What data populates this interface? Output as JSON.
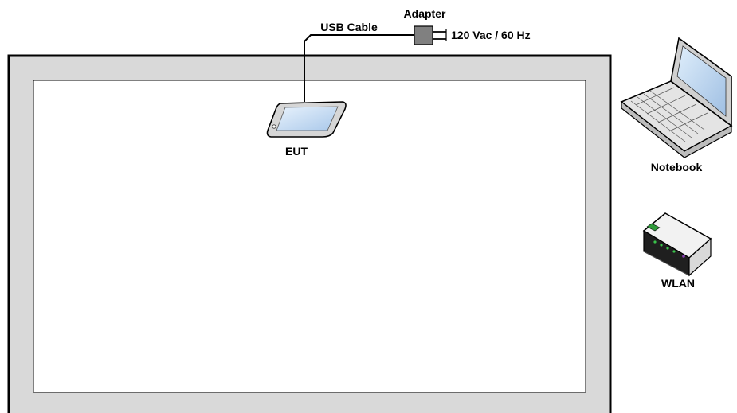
{
  "labels": {
    "adapter": "Adapter",
    "usb_cable": "USB Cable",
    "power": "120 Vac / 60 Hz",
    "eut": "EUT",
    "notebook": "Notebook",
    "wlan": "WLAN"
  },
  "colors": {
    "frame_outer": "#d9d9d9",
    "frame_stroke": "#000000",
    "inner_area": "#ffffff",
    "adapter": "#808080",
    "screen": "#cfe3f7"
  },
  "icons": [
    "adapter-icon",
    "eut-tablet-icon",
    "notebook-laptop-icon",
    "wlan-router-icon"
  ]
}
